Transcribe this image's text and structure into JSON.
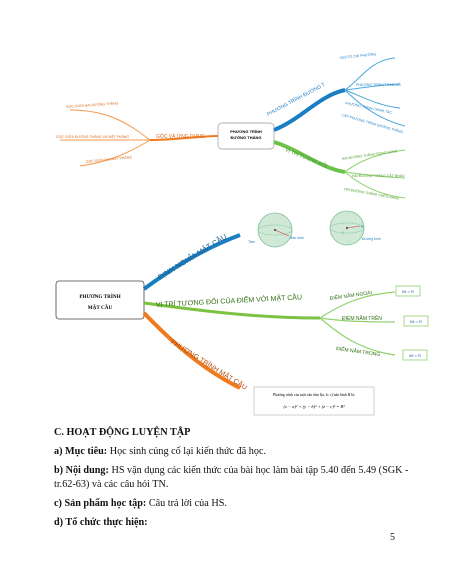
{
  "mindmap1": {
    "center": [
      "PHƯƠNG TRÌNH",
      "ĐƯỜNG THẲNG"
    ],
    "branch_top": {
      "label": "PHƯƠNG TRÌNH ĐƯỜNG T",
      "children": [
        "VECTƠ CHỈ PHƯƠNG",
        "PHƯƠNG TRÌNH THAM SỐ",
        "PHƯƠNG TRÌNH CHÍNH TẮC",
        "LẬP PHƯƠNG TRÌNH ĐƯỜNG THẲNG"
      ]
    },
    "branch_bottom": {
      "label": "VỊ TRÍ TƯƠNG ĐỐI",
      "children": [
        "HAI ĐƯỜNG THẲNG SONG SONG",
        "HAI ĐƯỜNG THẲNG CẮT NHAU",
        "HAI ĐƯỜNG THẲNG CHÉO NHAU"
      ]
    },
    "branch_left": {
      "label": "GÓC VÀ ỨNG DỤNG",
      "children": [
        "GÓC GIỮA HAI ĐƯỜNG THẲNG",
        "GÓC GIỮA ĐƯỜNG THẲNG VÀ MẶT PHẲNG",
        "GÓC GIỮA HAI MẶT PHẲNG"
      ]
    }
  },
  "mindmap2": {
    "center": [
      "PHƯƠNG TRÌNH",
      "MẶT CẦU"
    ],
    "branch_def": {
      "label": "ĐỊNH NGHĨA MẶT CẦU",
      "sphere1": [
        "Tâm",
        "Bán kính"
      ],
      "sphere2": [
        "I",
        "R",
        "Đường kính"
      ]
    },
    "branch_pos": {
      "label": "VỊ TRÍ TƯƠNG ĐỐI CỦA ĐIỂM VỚI MẶT CẦU",
      "children": [
        {
          "label": "ĐIỂM NẰM NGOÀI",
          "cond": "IM > R"
        },
        {
          "label": "ĐIỂM NẰM TRÊN",
          "cond": "IM = R"
        },
        {
          "label": "ĐIỂM NẰM TRONG",
          "cond": "IM < R"
        }
      ]
    },
    "branch_eq": {
      "label": "PHƯƠNG TRÌNH MẶT CẦU",
      "caption": "Phương trình của mặt cầu tâm I(a; b; c) bán kính R là:",
      "formula": "(x − a)² + (y − b)² + (z − c)² = R²"
    }
  },
  "section": {
    "heading": "C. HOẠT ĐỘNG LUYỆN TẬP",
    "items": [
      {
        "label": "a) Mục tiêu:",
        "text": "Học sinh củng cố lại kiến thức đã học."
      },
      {
        "label": "b) Nội dung:",
        "text": "HS vận dụng các kiến thức của bài học làm bài tập 5.40 đến 5.49 (SGK -tr.62-63) và các câu hỏi TN."
      },
      {
        "label": "c) Sản phẩm học tập:",
        "text": "Câu trả lời của HS."
      },
      {
        "label": "d) Tổ chức thực hiện:",
        "text": ""
      }
    ]
  },
  "page_number": "5"
}
